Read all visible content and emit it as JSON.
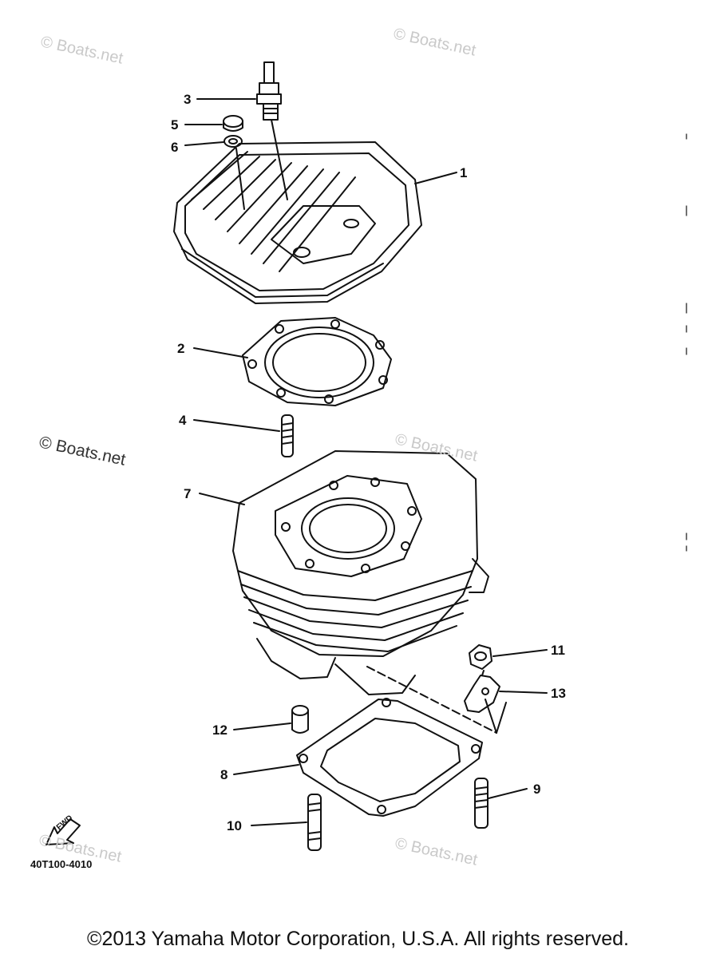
{
  "callouts": [
    {
      "id": "1",
      "label": "1"
    },
    {
      "id": "2",
      "label": "2"
    },
    {
      "id": "3",
      "label": "3"
    },
    {
      "id": "4",
      "label": "4"
    },
    {
      "id": "5",
      "label": "5"
    },
    {
      "id": "6",
      "label": "6"
    },
    {
      "id": "7",
      "label": "7"
    },
    {
      "id": "8",
      "label": "8"
    },
    {
      "id": "9",
      "label": "9"
    },
    {
      "id": "10",
      "label": "10"
    },
    {
      "id": "11",
      "label": "11"
    },
    {
      "id": "12",
      "label": "12"
    },
    {
      "id": "13",
      "label": "13"
    }
  ],
  "watermark": "© Boats.net",
  "fwd_label": "FWD",
  "part_number": "40T100-4010",
  "copyright": "©2013 Yamaha Motor Corporation, U.S.A. All rights reserved."
}
